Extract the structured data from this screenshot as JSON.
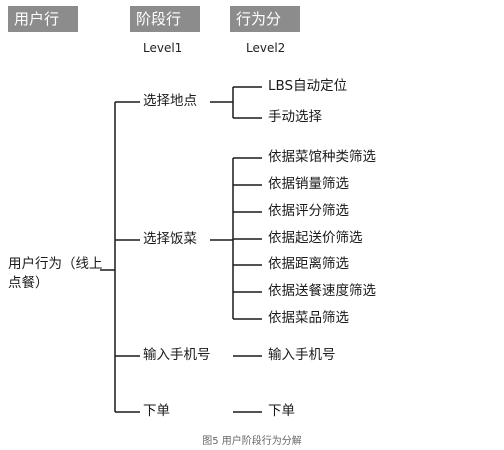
{
  "header": {
    "col1": "用户行为",
    "col2": "阶段行为",
    "col3": "行为分解"
  },
  "levels": {
    "level1": "Level1",
    "level2": "Level2"
  },
  "root": "用户行为（线上点餐）",
  "branches": [
    {
      "label": "选择地点",
      "children": [
        "LBS自动定位",
        "手动选择"
      ]
    },
    {
      "label": "选择饭菜",
      "children": [
        "依据菜馆种类筛选",
        "依据销量筛选",
        "依据评分筛选",
        "依据起送价筛选",
        "依据距离筛选",
        "依据送餐速度筛选",
        "依据菜品筛选"
      ]
    },
    {
      "label": "输入手机号",
      "children": [
        "输入手机号"
      ]
    },
    {
      "label": "下单",
      "children": [
        "下单"
      ]
    }
  ],
  "caption": "图5 用户阶段行为分解"
}
